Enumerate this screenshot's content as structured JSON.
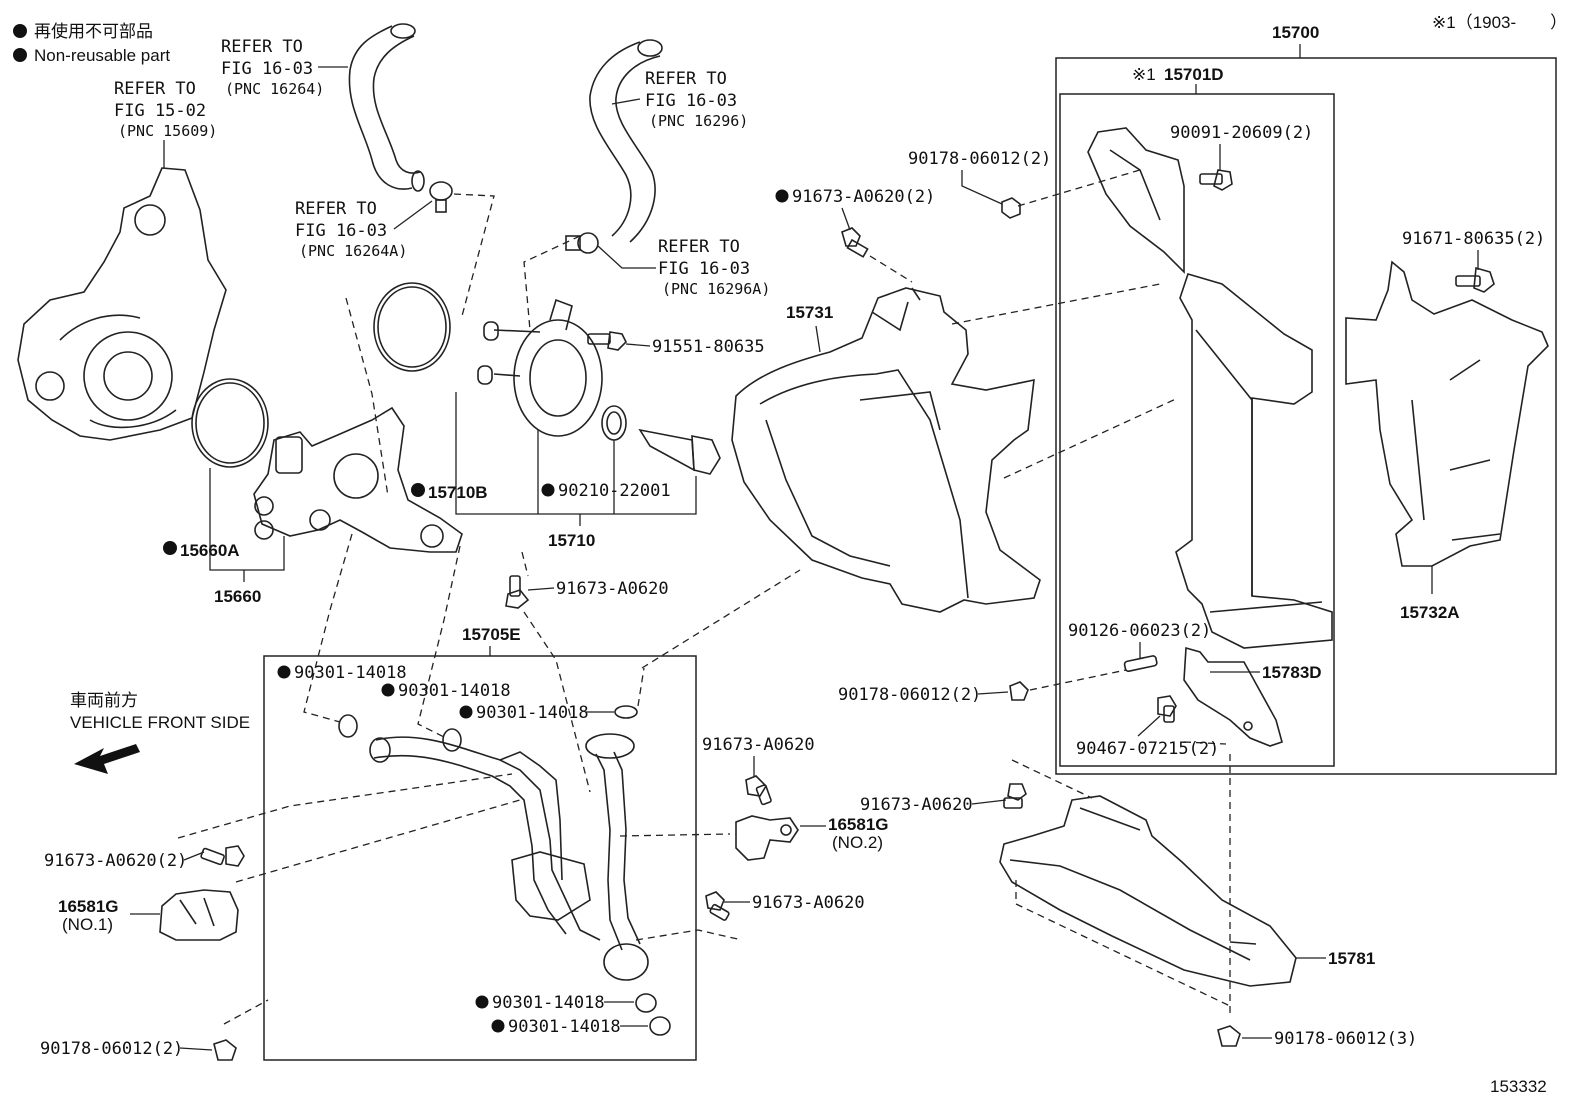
{
  "legend": {
    "non_reusable_jp": "再使用不可部品",
    "non_reusable_en": "Non-reusable part",
    "applicability": "※1（1903-　　）"
  },
  "refers": [
    {
      "id": "r1",
      "line1": "REFER TO",
      "line2": "FIG 15-02",
      "line3": "(PNC 15609)"
    },
    {
      "id": "r2",
      "line1": "REFER TO",
      "line2": "FIG 16-03",
      "line3": "(PNC 16264)"
    },
    {
      "id": "r3",
      "line1": "REFER TO",
      "line2": "FIG 16-03",
      "line3": "(PNC 16264A)"
    },
    {
      "id": "r4",
      "line1": "REFER TO",
      "line2": "FIG 16-03",
      "line3": "(PNC 16296)"
    },
    {
      "id": "r5",
      "line1": "REFER TO",
      "line2": "FIG 16-03",
      "line3": "(PNC 16296A)"
    }
  ],
  "direction": {
    "jp": "車両前方",
    "en": "VEHICLE FRONT SIDE"
  },
  "pnc": {
    "p15700": "15700",
    "p15701D": "15701D",
    "p15701D_mark": "※1",
    "p15731": "15731",
    "p15732A": "15732A",
    "p15710": "15710",
    "p15710B": "15710B",
    "p15660": "15660",
    "p15660A": "15660A",
    "p15705E": "15705E",
    "p16581G_1": "16581G",
    "p16581G_1_sub": "(NO.1)",
    "p16581G_2": "16581G",
    "p16581G_2_sub": "(NO.2)",
    "p15783D": "15783D",
    "p15781": "15781"
  },
  "parts": {
    "a": "90091-20609(2)",
    "b": "90178-06012(2)",
    "c": "91673-A0620(2)",
    "d": "91671-80635(2)",
    "e": "91551-80635",
    "f": "90210-22001",
    "g": "91673-A0620",
    "h": "90301-14018",
    "i": "90301-14018",
    "j": "90301-14018",
    "k": "91673-A0620",
    "l": "91673-A0620",
    "m": "91673-A0620(2)",
    "n": "91673-A0620",
    "o": "90301-14018",
    "p": "90301-14018",
    "q": "90178-06012(2)",
    "r": "90126-06023(2)",
    "s": "90178-06012(2)",
    "t": "90467-07215(2)",
    "u": "90178-06012(3)"
  },
  "illustration_id": "153332"
}
